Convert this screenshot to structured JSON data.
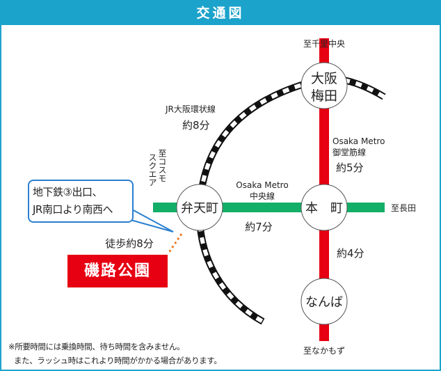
{
  "header": {
    "title": "交通図"
  },
  "lines": {
    "jr_loop": {
      "name": "JR大阪環状線",
      "time": "約8分"
    },
    "midosuji": {
      "name1": "Osaka Metro",
      "name2": "御堂筋線",
      "time_umeda": "約5分",
      "time_namba": "約4分",
      "color": "#e60012"
    },
    "chuo": {
      "name1": "Osaka Metro",
      "name2": "中央線",
      "time": "約7分",
      "color": "#13ae67"
    }
  },
  "stations": {
    "umeda_1": "大阪",
    "umeda_2": "梅田",
    "bentencho": "弁天町",
    "honmachi": "本　町",
    "namba": "なんば"
  },
  "directions": {
    "north": "至千里中央",
    "east": "至長田",
    "south": "至なかもず",
    "west_col1": "至コスモ",
    "west_col2": "スクエア"
  },
  "callout": {
    "line1": "地下鉄③出口、",
    "line2": "JR南口より南西へ"
  },
  "walk": "徒歩約8分",
  "destination": "磯路公園",
  "notes": {
    "line1": "※所要時間には乗換時間、待ち時間を含みません。",
    "line2": "また、ラッシュ時はこれより時間がかかる場合があります。"
  }
}
